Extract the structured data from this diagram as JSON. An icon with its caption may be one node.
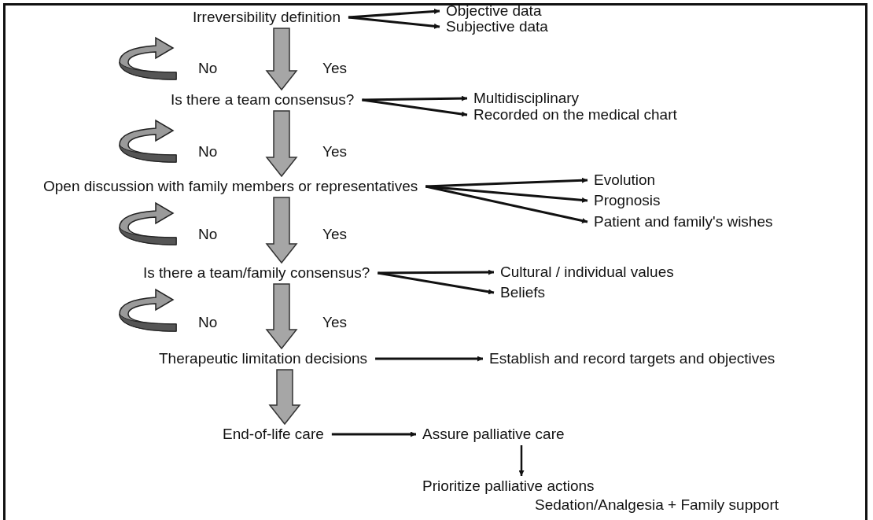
{
  "diagram": {
    "nodes": [
      {
        "text": [
          "Irreversibility definition"
        ]
      },
      {
        "text": [
          "Objective data"
        ]
      },
      {
        "text": [
          "Subjective data"
        ]
      },
      {
        "text": [
          "Is there a team consensus?"
        ]
      },
      {
        "text": [
          "Multidisciplinary"
        ]
      },
      {
        "text": [
          "Recorded on the medical chart"
        ]
      },
      {
        "text": [
          "Open discussion with family members or representatives"
        ]
      },
      {
        "text": [
          "Evolution"
        ]
      },
      {
        "text": [
          "Prognosis"
        ]
      },
      {
        "text": [
          "Patient and family's wishes"
        ]
      },
      {
        "text": [
          "Is there a team/family consensus?"
        ]
      },
      {
        "text": [
          "Cultural / individual values"
        ]
      },
      {
        "text": [
          "Beliefs"
        ]
      },
      {
        "text": [
          "Therapeutic limitation decisions"
        ]
      },
      {
        "text": [
          "Establish and record targets and objectives"
        ]
      },
      {
        "text": [
          "End-of-life care"
        ]
      },
      {
        "text": [
          "Assure palliative care"
        ]
      },
      {
        "text": [
          "Prioritize palliative actions",
          "Sedation/Analgesia + Family support"
        ]
      }
    ],
    "edges": [
      {
        "from": 0,
        "to": 1,
        "arrow": "to"
      },
      {
        "from": 0,
        "to": 2,
        "arrow": "to"
      },
      {
        "from": 0,
        "to": 3,
        "arrow": "to",
        "style": "thick",
        "color": "#a6a6a6"
      },
      {
        "from": 3,
        "to": 4,
        "arrow": "to"
      },
      {
        "from": 3,
        "to": 5,
        "arrow": "to"
      },
      {
        "from": 3,
        "to": 6,
        "arrow": "to",
        "style": "thick",
        "color": "#a6a6a6"
      },
      {
        "from": 6,
        "to": 7,
        "arrow": "to"
      },
      {
        "from": 6,
        "to": 8,
        "arrow": "to"
      },
      {
        "from": 6,
        "to": 9,
        "arrow": "to"
      },
      {
        "from": 6,
        "to": 10,
        "arrow": "to",
        "style": "thick",
        "color": "#a6a6a6"
      },
      {
        "from": 10,
        "to": 11,
        "arrow": "to"
      },
      {
        "from": 10,
        "to": 12,
        "arrow": "to"
      },
      {
        "from": 10,
        "to": 13,
        "arrow": "to",
        "style": "thick",
        "color": "#a6a6a6"
      },
      {
        "from": 13,
        "to": 14,
        "arrow": "to"
      },
      {
        "from": 13,
        "to": 15,
        "arrow": "to",
        "style": "thick",
        "color": "#a6a6a6"
      },
      {
        "from": 15,
        "to": 16,
        "arrow": "to"
      },
      {
        "from": 16,
        "to": 17,
        "arrow": "to"
      }
    ],
    "labels": [
      "No",
      "Yes",
      "No",
      "Yes",
      "No",
      "Yes",
      "No",
      "Yes"
    ]
  }
}
